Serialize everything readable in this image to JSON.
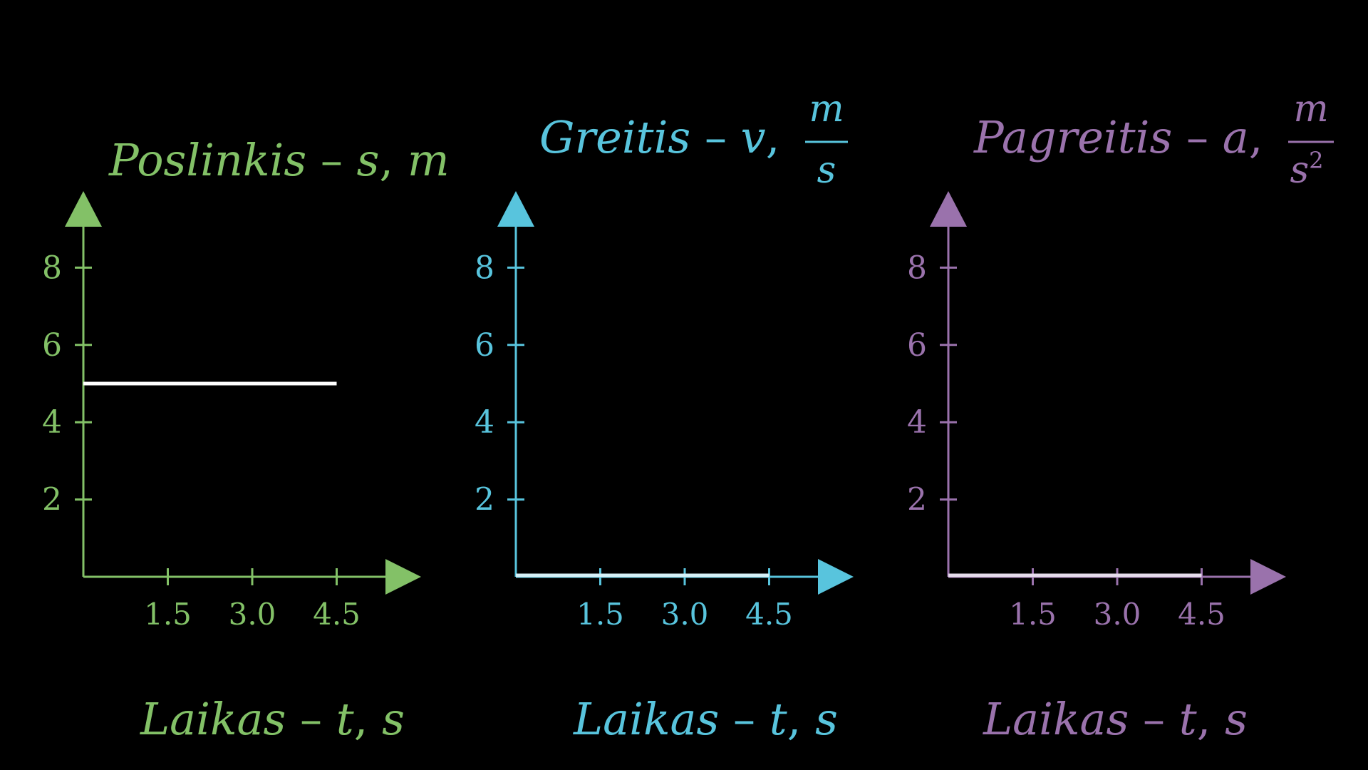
{
  "chart_data": [
    {
      "type": "line",
      "color": "#83c167",
      "title": {
        "name": "Poslinkis",
        "symbol": "s",
        "unit": "m"
      },
      "xlabel": {
        "name": "Laikas",
        "symbol": "t",
        "unit": "s"
      },
      "xlim": [
        0,
        6
      ],
      "ylim": [
        0,
        10
      ],
      "xticks": [
        1.5,
        3.0,
        4.5
      ],
      "xtick_labels": [
        "1.5",
        "3.0",
        "4.5"
      ],
      "yticks": [
        2,
        4,
        6,
        8
      ],
      "ytick_labels": [
        "2",
        "4",
        "6",
        "8"
      ],
      "series": [
        {
          "color": "#ffffff",
          "x": [
            0,
            4.5
          ],
          "y": [
            5,
            5
          ]
        }
      ]
    },
    {
      "type": "line",
      "color": "#58c4dd",
      "title": {
        "name": "Greitis",
        "symbol": "v",
        "unit_num": "m",
        "unit_den": "s"
      },
      "xlabel": {
        "name": "Laikas",
        "symbol": "t",
        "unit": "s"
      },
      "xlim": [
        0,
        6
      ],
      "ylim": [
        0,
        10
      ],
      "xticks": [
        1.5,
        3.0,
        4.5
      ],
      "xtick_labels": [
        "1.5",
        "3.0",
        "4.5"
      ],
      "yticks": [
        2,
        4,
        6,
        8
      ],
      "ytick_labels": [
        "2",
        "4",
        "6",
        "8"
      ],
      "series": [
        {
          "color": "#d6f1f8",
          "x": [
            0,
            4.5
          ],
          "y": [
            0,
            0
          ]
        }
      ]
    },
    {
      "type": "line",
      "color": "#9a72ac",
      "title": {
        "name": "Pagreitis",
        "symbol": "a",
        "unit_num": "m",
        "unit_den": "s",
        "unit_den_exp": "2"
      },
      "xlabel": {
        "name": "Laikas",
        "symbol": "t",
        "unit": "s"
      },
      "xlim": [
        0,
        6
      ],
      "ylim": [
        0,
        10
      ],
      "xticks": [
        1.5,
        3.0,
        4.5
      ],
      "xtick_labels": [
        "1.5",
        "3.0",
        "4.5"
      ],
      "yticks": [
        2,
        4,
        6,
        8
      ],
      "ytick_labels": [
        "2",
        "4",
        "6",
        "8"
      ],
      "series": [
        {
          "color": "#e6dcec",
          "x": [
            0,
            4.5
          ],
          "y": [
            0,
            0
          ]
        }
      ]
    }
  ]
}
